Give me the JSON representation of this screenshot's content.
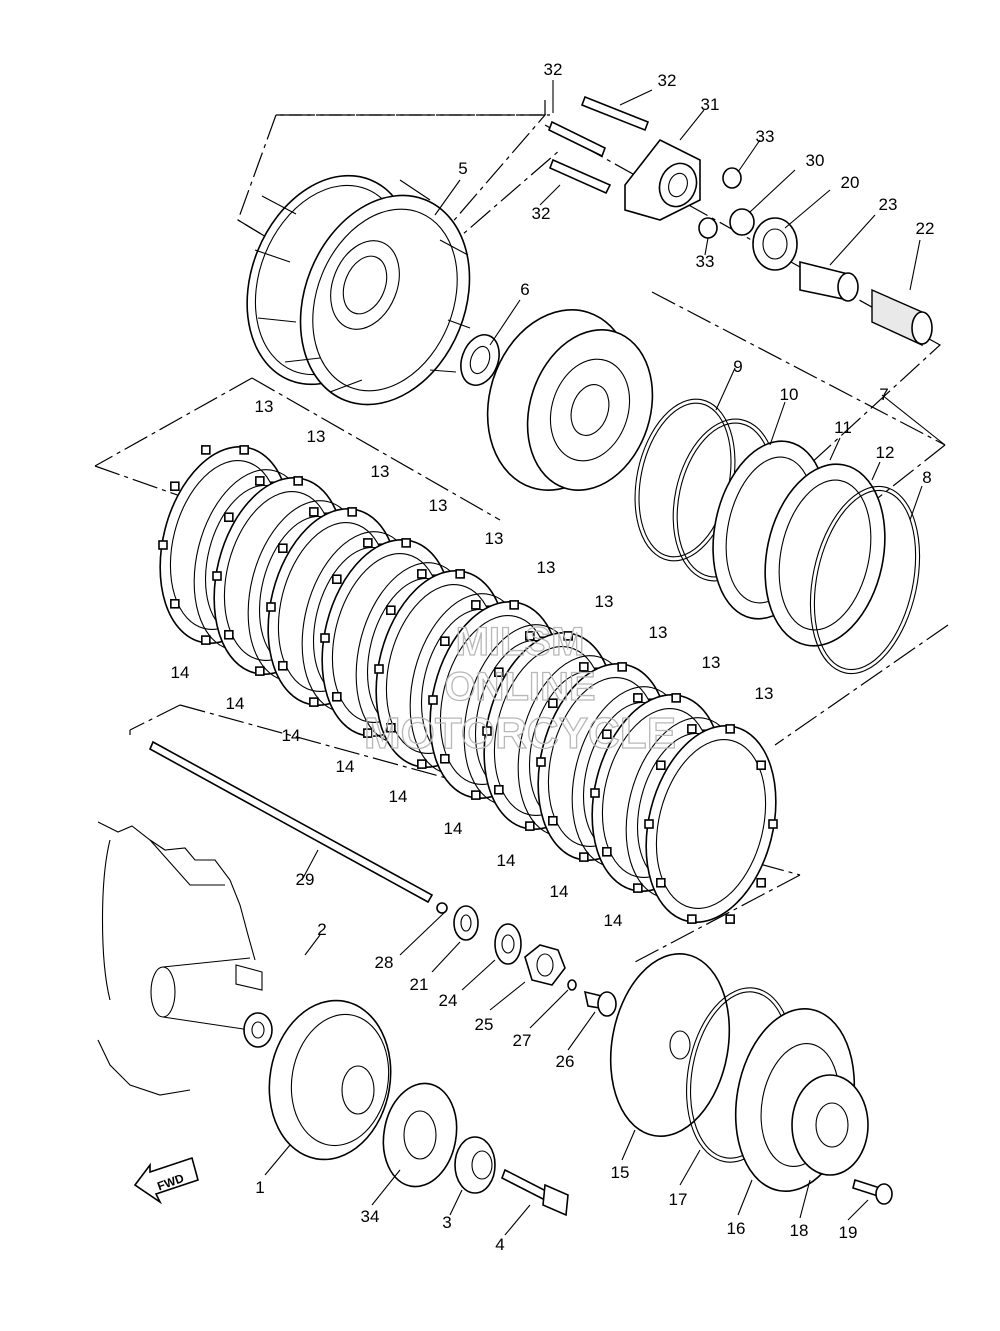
{
  "labels": {
    "l1": "1",
    "l2": "2",
    "l3": "3",
    "l4": "4",
    "l5": "5",
    "l6": "6",
    "l7": "7",
    "l8": "8",
    "l9": "9",
    "l10": "10",
    "l11": "11",
    "l12": "12",
    "l13": "13",
    "l14": "14",
    "l15": "15",
    "l16": "16",
    "l17": "17",
    "l18": "18",
    "l19": "19",
    "l20": "20",
    "l21": "21",
    "l22": "22",
    "l23": "23",
    "l24": "24",
    "l25": "25",
    "l26": "26",
    "l27": "27",
    "l28": "28",
    "l29": "29",
    "l30": "30",
    "l31": "31",
    "l32": "32",
    "l33": "33",
    "l34": "34"
  },
  "fwd_badge": "FWD",
  "watermark": [
    "MILSM",
    "ONLINE",
    "MOTORCYCLE"
  ]
}
